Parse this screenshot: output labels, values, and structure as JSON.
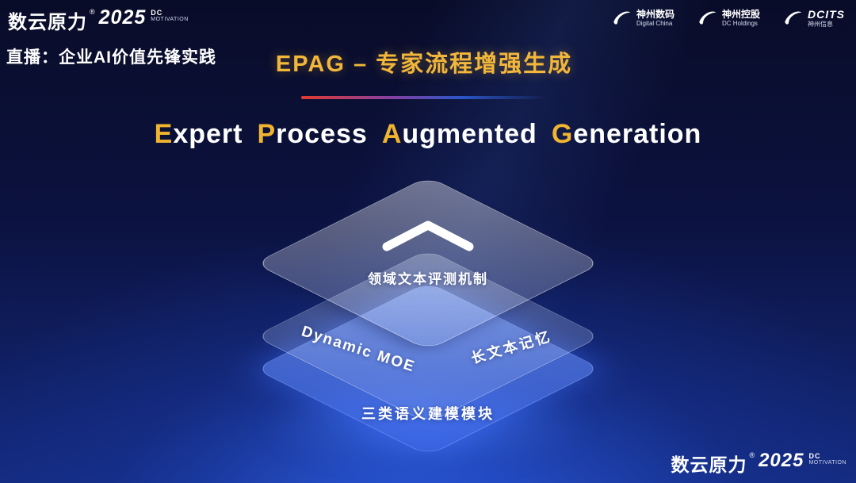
{
  "brand": {
    "name": "数云原力",
    "reg": "®",
    "year": "2025",
    "dc": "DC",
    "motivation": "MOTIVATION"
  },
  "header": {
    "subtitle": "直播：企业AI价值先锋实践",
    "section_title": "EPAG – 专家流程增强生成",
    "logos": [
      {
        "name": "神州数码",
        "sub": "Digital China"
      },
      {
        "name": "神州控股",
        "sub": "DC Holdings"
      },
      {
        "name": "DCITS",
        "sub": "神州信息"
      }
    ]
  },
  "main_title": {
    "words": [
      {
        "initial": "E",
        "rest": "xpert"
      },
      {
        "initial": "P",
        "rest": "rocess"
      },
      {
        "initial": "A",
        "rest": "ugmented"
      },
      {
        "initial": "G",
        "rest": "eneration"
      }
    ]
  },
  "diagram": {
    "top_label": "领域文本评测机制",
    "middle_left_label": "Dynamic MOE",
    "middle_right_label": "长文本记忆",
    "bottom_label": "三类语义建模模块"
  },
  "colors": {
    "accent_gold": "#f0b42f",
    "divider_red": "#e23a2e",
    "divider_blue": "#2b56c8",
    "layer_blue": "#4a7bf7",
    "background_top": "#090c28",
    "background_bottom": "#132a7e"
  }
}
